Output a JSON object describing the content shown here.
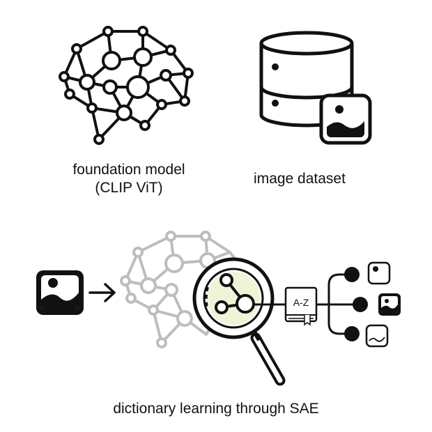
{
  "captions": {
    "foundation_line1": "foundation model",
    "foundation_line2": "(CLIP ViT)",
    "dataset": "image dataset",
    "dictionary": "dictionary learning through SAE"
  },
  "book_label": "A-Z",
  "icons": {
    "brain": "neural-network-brain-icon",
    "database": "database-icon",
    "image": "image-icon",
    "magnifier": "magnifying-glass-icon",
    "book": "dictionary-book-icon"
  },
  "colors": {
    "ink": "#111111",
    "faded_network": "#bdbdbd",
    "lens_highlight": "#f1f3d6"
  }
}
